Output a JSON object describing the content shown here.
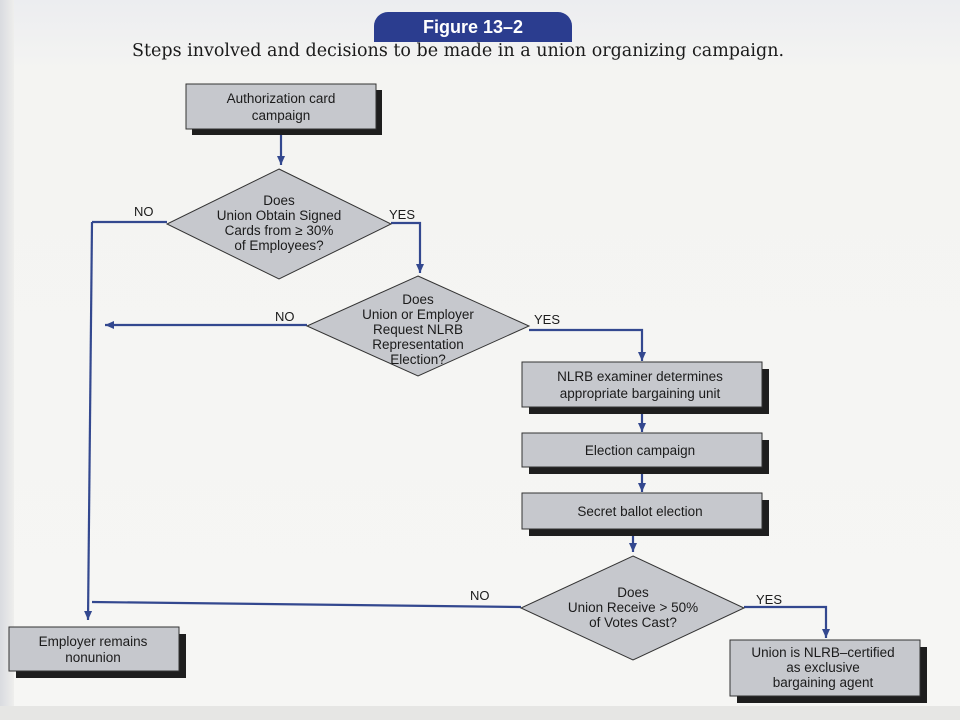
{
  "figure": {
    "tab_label": "Figure 13–2",
    "caption": "Steps involved and decisions to be made in a union organizing campaign."
  },
  "steps": {
    "authorization": [
      "Authorization card",
      "campaign"
    ],
    "nlrb_examiner": [
      "NLRB  examiner determines",
      "appropriate bargaining unit"
    ],
    "election_campaign": [
      "Election campaign"
    ],
    "secret_ballot": [
      "Secret ballot election"
    ],
    "nonunion": [
      "Employer remains",
      "nonunion"
    ],
    "certified": [
      "Union is NLRB–certified",
      "as exclusive",
      "bargaining agent"
    ]
  },
  "decisions": {
    "d1": [
      "Does",
      "Union Obtain Signed",
      "Cards from ≥ 30%",
      "of Employees?"
    ],
    "d2": [
      "Does",
      "Union or Employer",
      "Request NLRB",
      "Representation",
      "Election?"
    ],
    "d3": [
      "Does",
      "Union Receive > 50%",
      "of Votes Cast?"
    ]
  },
  "labels": {
    "d1_no": "NO",
    "d1_yes": "YES",
    "d2_no": "NO",
    "d2_yes": "YES",
    "d3_no": "NO",
    "d3_yes": "YES"
  },
  "colors": {
    "box_fill": "#c6c8cd",
    "diamond_fill": "#c6c8cd",
    "shadow": "#1e1e1e",
    "arrow": "#33488f",
    "tab": "#2b3d8f"
  }
}
